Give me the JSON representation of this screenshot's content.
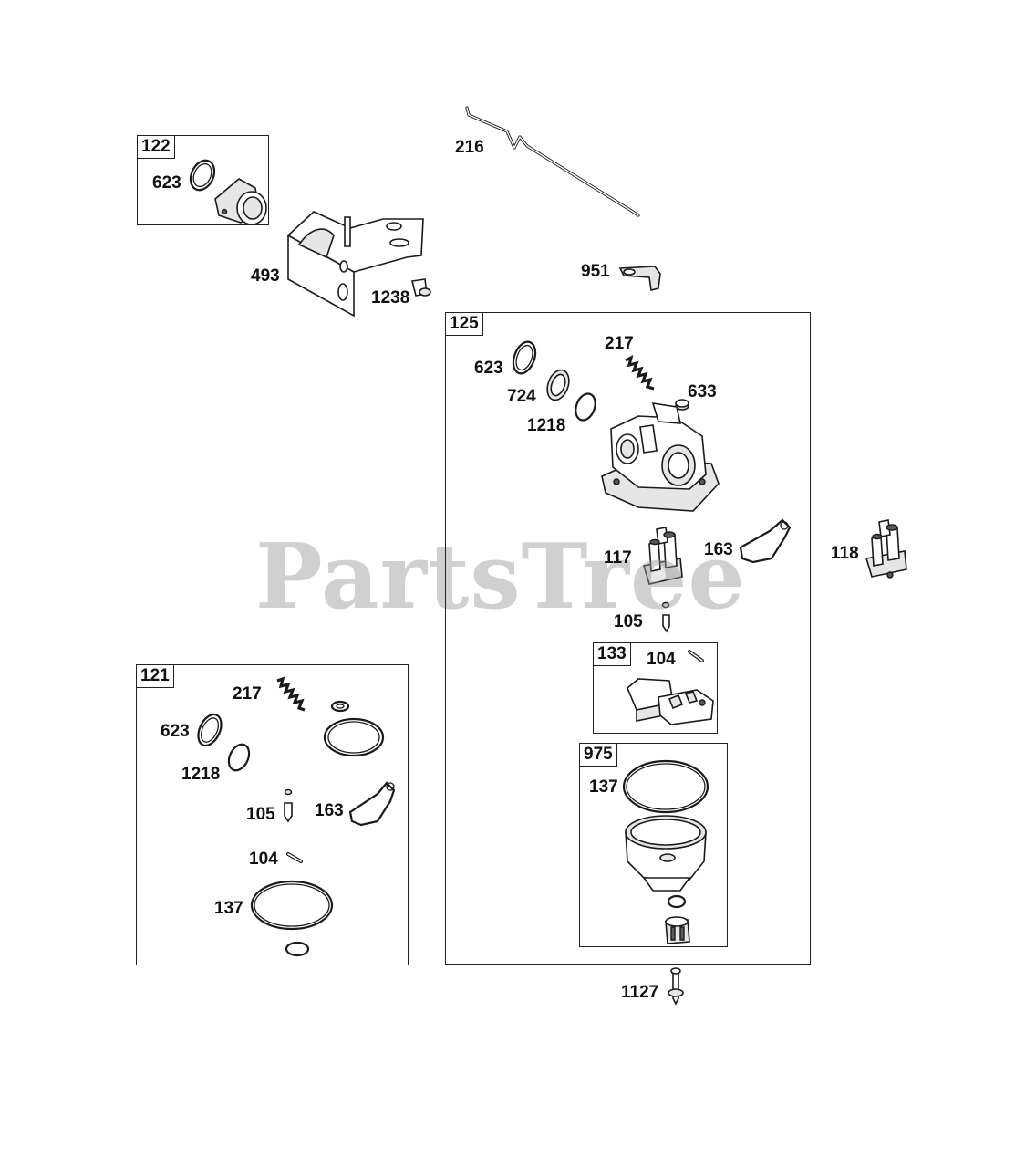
{
  "watermark": "PartsTree",
  "kits": {
    "kit_122": {
      "tag": "122",
      "parts": {
        "oring": "623"
      }
    },
    "kit_125": {
      "tag": "125",
      "parts": {
        "oring": "623",
        "spring": "217",
        "gasket": "724",
        "oring_small": "1218",
        "washer": "633",
        "fuel_valve": "117",
        "gasket_flange": "163",
        "needle": "105"
      }
    },
    "kit_133": {
      "tag": "133",
      "parts": {
        "pin": "104"
      }
    },
    "kit_975": {
      "tag": "975",
      "parts": {
        "oring": "137"
      }
    },
    "kit_121": {
      "tag": "121",
      "parts": {
        "spring": "217",
        "oring": "623",
        "oring_small": "1218",
        "needle": "105",
        "gasket_flange": "163",
        "pin": "104",
        "oring_large": "137"
      }
    }
  },
  "loose_parts": {
    "bracket": "493",
    "screw_bracket": "1238",
    "governor_link": "216",
    "link_lever": "951",
    "fuel_valve_assembly": "118",
    "screw_bowl": "1127"
  }
}
